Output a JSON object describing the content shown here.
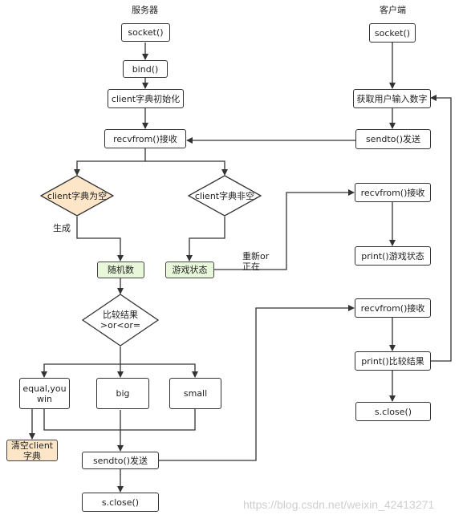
{
  "headers": {
    "server": "服务器",
    "client": "客户端"
  },
  "server": {
    "socket": "socket()",
    "bind": "bind()",
    "init": "client字典初始化",
    "recvfrom": "recvfrom()接收",
    "empty": "client字典为空",
    "notempty": "client字典非空",
    "random": "随机数",
    "state": "游戏状态",
    "compare": "比较结果\n>or<or=",
    "equal": "equal,you\nwin",
    "big": "big",
    "small": "small",
    "clear": "清空client\n字典",
    "sendto": "sendto()发送",
    "close": "s.close()"
  },
  "client": {
    "socket": "socket()",
    "input": "获取用户输入数字",
    "sendto": "sendto()发送",
    "recv1": "recvfrom()接收",
    "print_state": "print()游戏状态",
    "recv2": "recvfrom()接收",
    "print_result": "print()比较结果",
    "close": "s.close()"
  },
  "labels": {
    "generate": "生成",
    "restart": "重新or\n正在"
  },
  "watermark": "https://blog.csdn.net/weixin_42413271",
  "colors": {
    "green_fill": "#e8f7d9",
    "peach_fill": "#fde6c8",
    "line": "#333333"
  }
}
